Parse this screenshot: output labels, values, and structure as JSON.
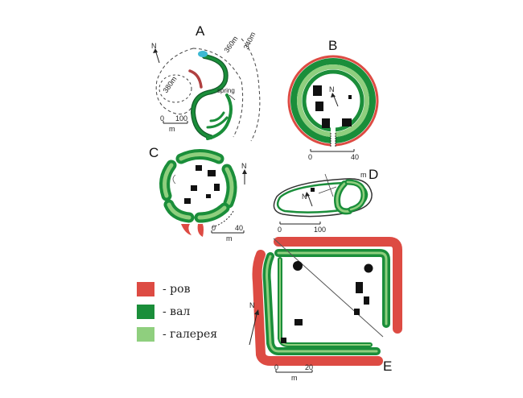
{
  "panels": {
    "a": {
      "letter": "A",
      "contour_360": "360m",
      "contour_340": "340m",
      "contour_380": "380m",
      "spring": "spring",
      "north": "N",
      "scale_zero": "0",
      "scale_end": "100",
      "scale_unit": "m"
    },
    "b": {
      "letter": "B",
      "north": "N",
      "scale_zero": "0",
      "scale_end": "40"
    },
    "c": {
      "letter": "C",
      "north": "N",
      "scale_zero": "0",
      "scale_end": "40",
      "scale_unit": "m"
    },
    "d": {
      "letter": "D",
      "unit": "m",
      "north": "N",
      "scale_zero": "0",
      "scale_end": "100"
    },
    "e": {
      "letter": "E",
      "north": "N",
      "scale_zero": "0",
      "scale_end": "20",
      "scale_unit": "m"
    }
  },
  "legend": [
    {
      "label": "- ров",
      "color": "#dd4b43"
    },
    {
      "label": "- вал",
      "color": "#1a8e3a"
    },
    {
      "label": "- галерея",
      "color": "#8fcf7e"
    }
  ],
  "colors": {
    "ditch": "#dd4b43",
    "rampart": "#1a8e3a",
    "gallery": "#8fcf7e",
    "building": "#111111"
  }
}
